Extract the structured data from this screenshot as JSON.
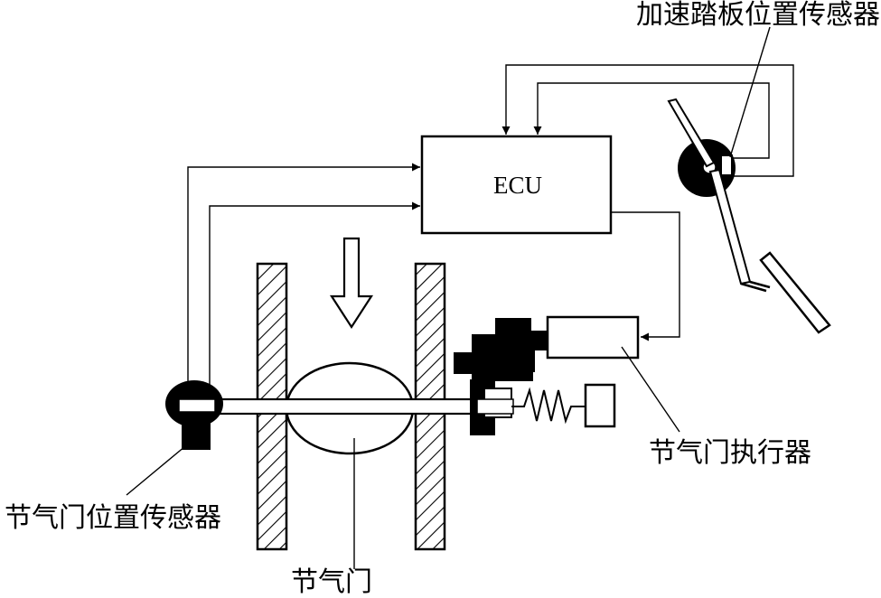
{
  "labels": {
    "ecu": "ECU",
    "accel_pedal_sensor": "加速踏板位置传感器",
    "throttle_position_sensor": "节气门位置传感器",
    "throttle_actuator": "节气门执行器",
    "throttle_valve": "节气门"
  },
  "colors": {
    "line": "#000000",
    "fill": "#000000",
    "background": "#ffffff"
  }
}
